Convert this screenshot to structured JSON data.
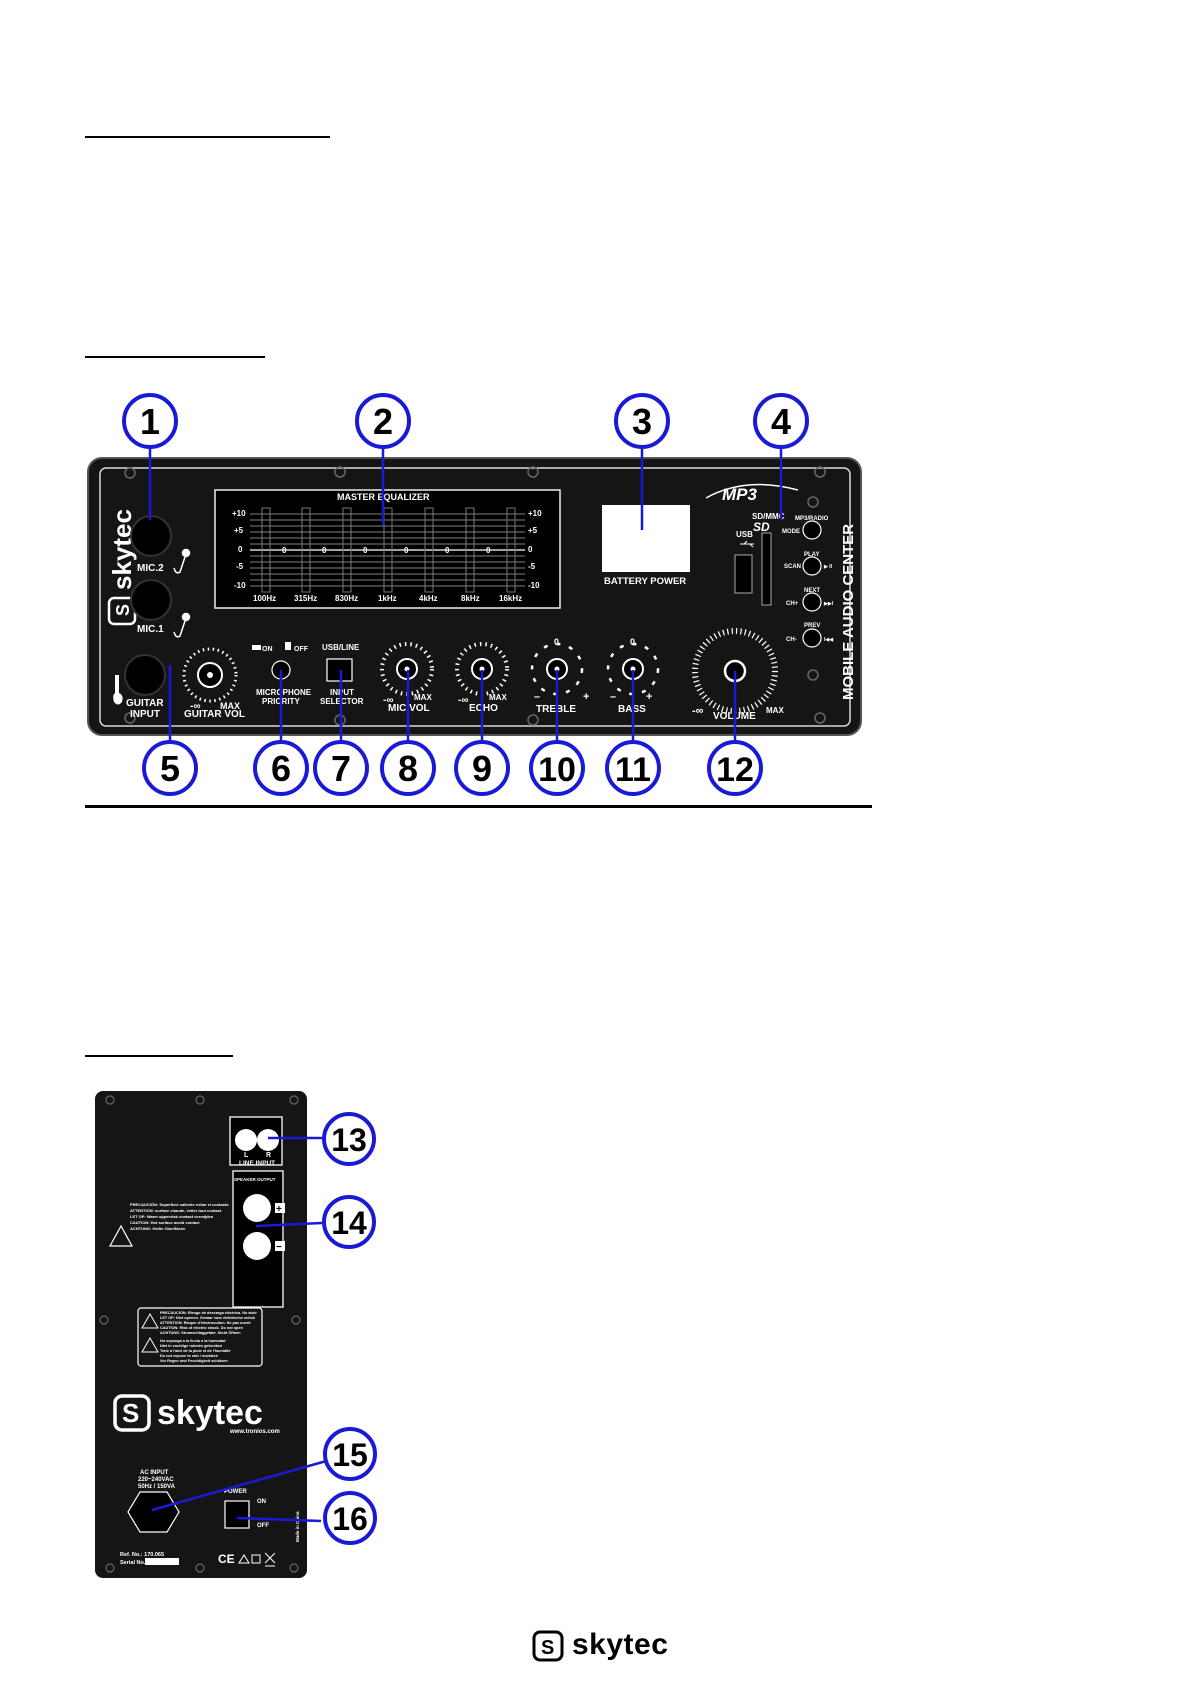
{
  "brand": "skytec",
  "website": "www.tronios.com",
  "colors": {
    "callout": "#1a1ad6",
    "panel": "#151515",
    "ink": "#000000"
  },
  "front_panel": {
    "section_title": "",
    "eq_title": "MASTER EQUALIZER",
    "eq_scale_left": [
      "+10",
      "+5",
      "0",
      "-5",
      "-10"
    ],
    "eq_scale_right": [
      "+10",
      "+5",
      "0",
      "-5",
      "-10"
    ],
    "eq_bands": [
      "100Hz",
      "315Hz",
      "830Hz",
      "1kHz",
      "4kHz",
      "8kHz",
      "16kHz"
    ],
    "battery_label": "BATTERY POWER",
    "mp3_logo": "MP3",
    "sd_label": "SD/MMC",
    "sd_logo": "SD",
    "usb_label": "USB",
    "mode_label": "MP3/RADIO",
    "mode_btn": "MODE",
    "play_label": "PLAY",
    "scan_label": "SCAN",
    "play_symbol": "▶ II",
    "next_label": "NEXT",
    "next_left": "CH+",
    "next_symbol": "▶▶I",
    "prev_label": "PREV",
    "prev_left": "CH-",
    "prev_symbol": "I◀◀",
    "vertical_title": "MOBILE AUDIO CENTER",
    "mic2": "MIC.2",
    "mic1": "MIC.1",
    "guitar_input": [
      "GUITAR",
      "INPUT"
    ],
    "guitar_vol": "GUITAR VOL",
    "min_symbol": "-∞",
    "max_label": "MAX",
    "on_label": "ON",
    "off_label": "OFF",
    "mic_priority": [
      "MICROPHONE",
      "PRIORITY"
    ],
    "usb_line": "USB/LINE",
    "input_selector": [
      "INPUT",
      "SELECTOR"
    ],
    "mic_vol": "MIC VOL",
    "echo": "ECHO",
    "treble": "TREBLE",
    "bass": "BASS",
    "volume": "VOLUME",
    "zero": "0",
    "minus": "–",
    "plus": "+"
  },
  "callouts_front": [
    "1",
    "2",
    "3",
    "4",
    "5",
    "6",
    "7",
    "8",
    "9",
    "10",
    "11",
    "12"
  ],
  "back_panel": {
    "section_title": "",
    "line_input": "LINE INPUT",
    "l": "L",
    "r": "R",
    "speaker_label": "SPEAKER OUTPUT",
    "plus": "+",
    "minus": "−",
    "caution_hot": [
      "PRECAUCIÓN: Superficie caliente evitar el contacto",
      "ATTENTION: surface chaude, éviter tout contact",
      "LET OP: Warm oppervlak contact vermijden",
      "CAUTION: Hot surface avoid contact",
      "ACHTUNG: Heiße Oberfläche"
    ],
    "caution_shock": [
      "PRECAUCIÓN: Riesgo de descarga eléctrica. No abrir",
      "LET OP: Niet openen. Gevaar voor elektrische schok",
      "ATTENTION: Risque d'électrocution. Ne pas ouvrir",
      "CAUTION: Risk of electric shock. Do not open",
      "ACHTUNG: Stromschlaggefahr. Nicht Öffnen"
    ],
    "caution_water": [
      "No exponga a la lluvia o la humedad",
      "Niet in vochtige ruimtes gebruiken",
      "Tenir à l'abri de la pluie et de l'humidité",
      "Do not expose to rain / moisture",
      "Vor Regen und Feuchtigkeit schützen"
    ],
    "ac_input": [
      "AC INPUT",
      "220~240VAC",
      "50Hz / 150VA"
    ],
    "power": "POWER",
    "on": "ON",
    "off": "OFF",
    "ref": "Ref. No.: 170.065",
    "serial": "Serial No.",
    "made_in": "Made in China",
    "cert": "CE"
  },
  "callouts_back": [
    "13",
    "14",
    "15",
    "16"
  ],
  "footer": {
    "logo_text": "skytec"
  }
}
